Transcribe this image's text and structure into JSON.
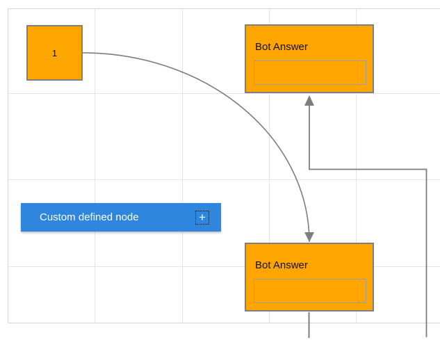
{
  "colors": {
    "orange": "#ffa500",
    "blue": "#2e86de",
    "node_border": "#7f7f7f",
    "field_border": "#9e9e9e",
    "connector": "#7d7d7d",
    "grid_line": "#e4e4e4",
    "page_border": "#d4d4d4",
    "title_text": "#111111",
    "custom_text": "#ffffff"
  },
  "nodes": {
    "start": {
      "label": "1"
    },
    "bot_answer_top": {
      "title": "Bot Answer",
      "field_value": "",
      "field_placeholder": ""
    },
    "bot_answer_bottom": {
      "title": "Bot Answer",
      "field_value": "",
      "field_placeholder": ""
    },
    "custom": {
      "label": "Custom defined node",
      "add_button_glyph": "+"
    }
  }
}
